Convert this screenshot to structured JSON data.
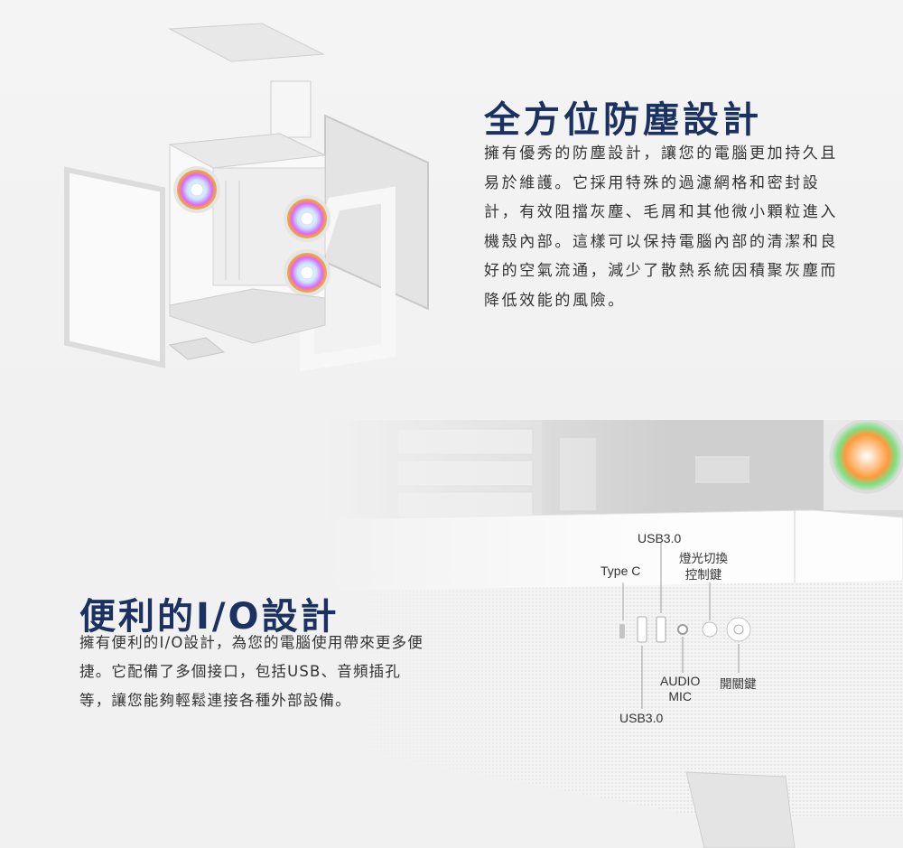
{
  "dust_section": {
    "title": "全方位防塵設計",
    "paragraph": "擁有優秀的防塵設計，讓您的電腦更加持久且易於維護。它採用特殊的過濾網格和密封設計，有效阻擋灰塵、毛屑和其他微小顆粒進入機殼內部。這樣可以保持電腦內部的清潔和良好的空氣流通，減少了散熱系統因積聚灰塵而降低效能的風險。"
  },
  "io_section": {
    "title": "便利的I/O設計",
    "paragraph": "擁有便利的I/O設計，為您的電腦使用帶來更多便捷。它配備了多個接口，包括USB、音頻插孔等，讓您能夠輕鬆連接各種外部設備。",
    "labels": {
      "usb_top": "USB3.0",
      "type_c": "Type C",
      "light_line1": "燈光切換",
      "light_line2": "控制鍵",
      "audio_line1": "AUDIO",
      "audio_line2": "MIC",
      "power": "開關鍵",
      "usb_bottom": "USB3.0"
    }
  },
  "colors": {
    "title": "#1b3260",
    "body_text": "#333333",
    "background": "#f2f2f2"
  }
}
